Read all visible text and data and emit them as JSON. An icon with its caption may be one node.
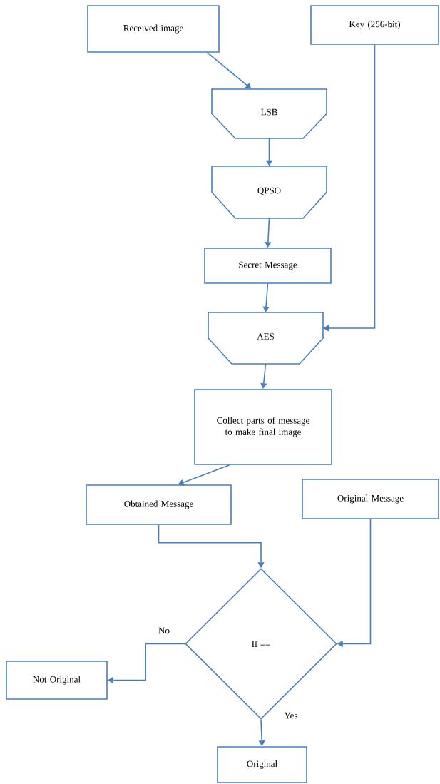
{
  "diagram": {
    "nodes": [
      {
        "text": [
          "Received image"
        ]
      },
      {
        "text": [
          "Key (256-bit)"
        ]
      },
      {
        "text": [
          "LSB"
        ]
      },
      {
        "text": [
          "QPSO"
        ]
      },
      {
        "text": [
          "Secret Message"
        ]
      },
      {
        "text": [
          "AES"
        ]
      },
      {
        "text": [
          "Collect parts of message to make final image"
        ]
      },
      {
        "text": [
          "Obtained Message"
        ]
      },
      {
        "text": [
          "Original Message"
        ]
      },
      {
        "text": [
          "If =="
        ]
      },
      {
        "text": [
          "Not Original"
        ]
      },
      {
        "text": [
          "Original"
        ]
      }
    ],
    "edges": [
      {
        "from": 0,
        "to": 2,
        "arrow": "to"
      },
      {
        "from": 1,
        "to": 5,
        "arrow": "to"
      },
      {
        "from": 2,
        "to": 3,
        "arrow": "to"
      },
      {
        "from": 3,
        "to": 4,
        "arrow": "to"
      },
      {
        "from": 4,
        "to": 5,
        "arrow": "to"
      },
      {
        "from": 5,
        "to": 6,
        "arrow": "to"
      },
      {
        "from": 6,
        "to": 7,
        "arrow": "to"
      },
      {
        "from": 7,
        "to": 9,
        "arrow": "to"
      },
      {
        "from": 8,
        "to": 9,
        "arrow": "to"
      },
      {
        "from": 9,
        "to": 10,
        "label": "No",
        "arrow": "to"
      },
      {
        "from": 9,
        "to": 11,
        "label": "Yes",
        "arrow": "to"
      }
    ]
  }
}
